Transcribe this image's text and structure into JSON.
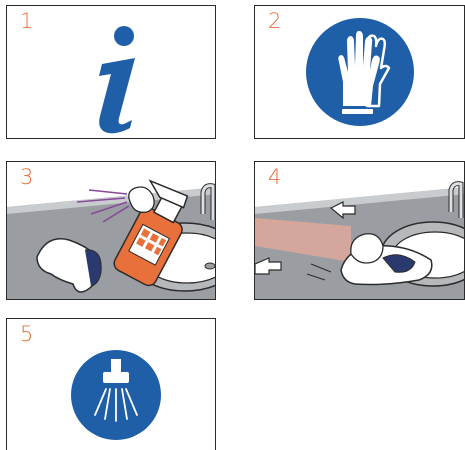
{
  "steps": [
    {
      "number": "1",
      "icon": "information-icon"
    },
    {
      "number": "2",
      "icon": "protective-gloves-icon"
    },
    {
      "number": "3",
      "icon": "spray-cleaner-on-sink-illustration"
    },
    {
      "number": "4",
      "icon": "wipe-sink-with-cloth-illustration"
    },
    {
      "number": "5",
      "icon": "shower-rinse-icon"
    }
  ],
  "colors": {
    "step_number": "#e8703a",
    "icon_blue": "#1f5fa8",
    "countertop": "#9a9ea2",
    "spray_bottle": "#e8703a"
  }
}
